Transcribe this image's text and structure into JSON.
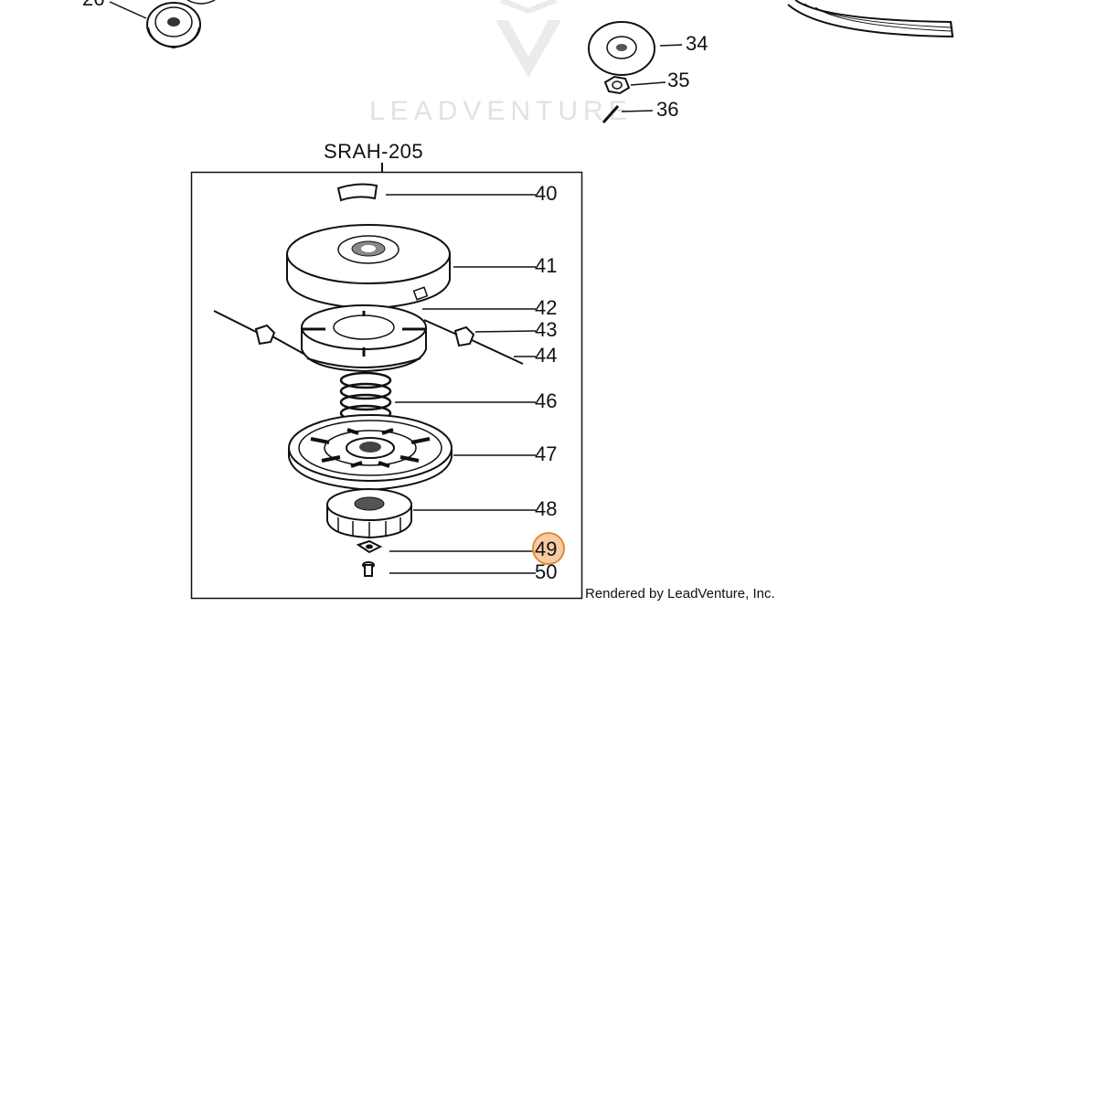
{
  "watermark": {
    "brand": "LEADVENTURE"
  },
  "diagram": {
    "assembly_title": "SRAH-205",
    "upper_callouts": [
      {
        "id": "p34",
        "label": "34"
      },
      {
        "id": "p35",
        "label": "35"
      },
      {
        "id": "p36",
        "label": "36"
      }
    ],
    "cropped_callout": "26",
    "callouts": [
      {
        "id": "p40",
        "label": "40"
      },
      {
        "id": "p41",
        "label": "41"
      },
      {
        "id": "p42",
        "label": "42"
      },
      {
        "id": "p43",
        "label": "43"
      },
      {
        "id": "p44",
        "label": "44"
      },
      {
        "id": "p46",
        "label": "46"
      },
      {
        "id": "p47",
        "label": "47"
      },
      {
        "id": "p48",
        "label": "48"
      },
      {
        "id": "p49",
        "label": "49",
        "highlighted": true
      },
      {
        "id": "p50",
        "label": "50"
      }
    ],
    "highlight_color": "#f0a25a"
  },
  "footer": {
    "credit": "Rendered by LeadVenture, Inc."
  }
}
